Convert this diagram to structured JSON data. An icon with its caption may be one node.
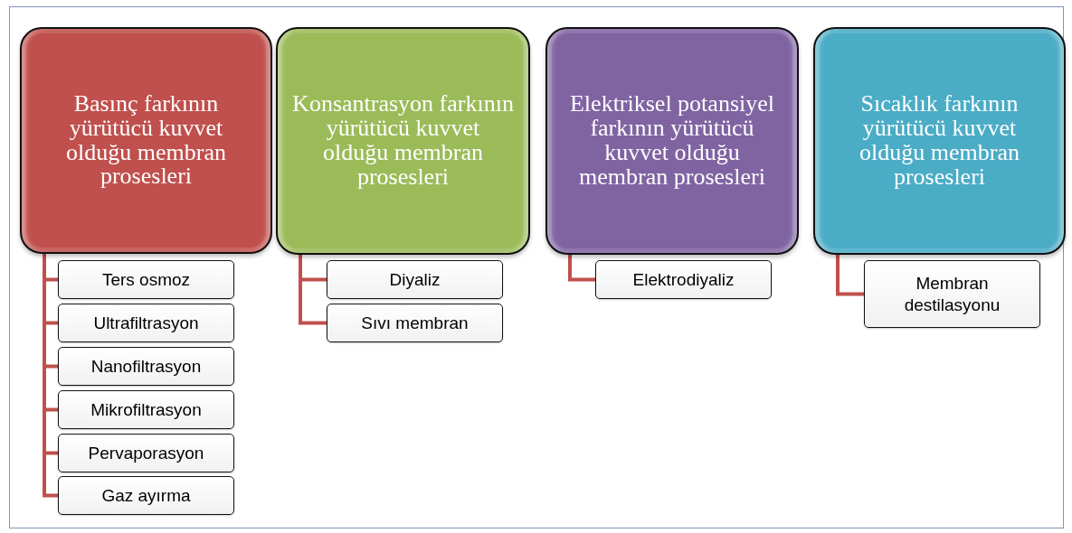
{
  "diagram": {
    "nodes": [
      {
        "text": [
          "Basınç farkının yürütücü kuvvet olduğu membran prosesleri"
        ]
      },
      {
        "text": [
          "Ters osmoz"
        ]
      },
      {
        "text": [
          "Ultrafiltrasyon"
        ]
      },
      {
        "text": [
          "Nanofiltrasyon"
        ]
      },
      {
        "text": [
          "Mikrofiltrasyon"
        ]
      },
      {
        "text": [
          "Pervaporasyon"
        ]
      },
      {
        "text": [
          "Gaz ayırma"
        ]
      },
      {
        "text": [
          "Konsantrasyon farkının yürütücü kuvvet olduğu membran prosesleri"
        ]
      },
      {
        "text": [
          "Diyaliz"
        ]
      },
      {
        "text": [
          "Sıvı membran"
        ]
      },
      {
        "text": [
          "Elektriksel potansiyel farkının yürütücü kuvvet olduğu membran prosesleri"
        ]
      },
      {
        "text": [
          "Elektrodiyaliz"
        ]
      },
      {
        "text": [
          "Sıcaklık farkının yürütücü kuvvet olduğu membran prosesleri"
        ]
      },
      {
        "text": [
          "Membran destilasyonu"
        ]
      }
    ],
    "edges": [
      {
        "from": 0,
        "to": 1,
        "arrow": "none"
      },
      {
        "from": 0,
        "to": 2,
        "arrow": "none"
      },
      {
        "from": 0,
        "to": 3,
        "arrow": "none"
      },
      {
        "from": 0,
        "to": 4,
        "arrow": "none"
      },
      {
        "from": 0,
        "to": 5,
        "arrow": "none"
      },
      {
        "from": 0,
        "to": 6,
        "arrow": "none"
      },
      {
        "from": 7,
        "to": 8,
        "arrow": "none"
      },
      {
        "from": 7,
        "to": 9,
        "arrow": "none"
      },
      {
        "from": 10,
        "to": 11,
        "arrow": "none"
      },
      {
        "from": 12,
        "to": 13,
        "arrow": "none"
      }
    ]
  }
}
